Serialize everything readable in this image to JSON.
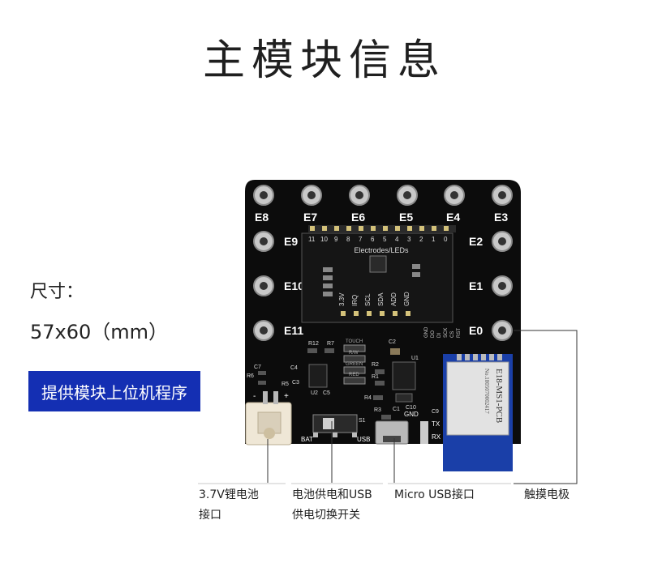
{
  "page": {
    "title": "主模块信息",
    "size_label": "尺寸：",
    "size_value": "57x60（mm）",
    "host_button_label": "提供模块上位机程序"
  },
  "board": {
    "electrode_labels": [
      "E0",
      "E1",
      "E2",
      "E3",
      "E4",
      "E5",
      "E6",
      "E7",
      "E8",
      "E9",
      "E10",
      "E11"
    ],
    "header_pin_numbers": [
      "11",
      "10",
      "9",
      "8",
      "7",
      "6",
      "5",
      "4",
      "3",
      "2",
      "1",
      "0"
    ],
    "silkscreen_title": "Electrodes/LEDs",
    "silkscreen_pins": [
      "3.3V",
      "IRQ",
      "SCL",
      "SDA",
      "ADD",
      "GND"
    ],
    "small_pins": [
      "GND",
      "DO",
      "DI",
      "SCK",
      "CS",
      "RST"
    ],
    "components": [
      "R12",
      "R7",
      "C2",
      "C7",
      "R6",
      "C4",
      "C3",
      "C5",
      "U2",
      "R2",
      "R1",
      "U1",
      "R4",
      "R3",
      "C1",
      "C10",
      "C9",
      "R5",
      "S1"
    ],
    "led_labels": [
      "TOUCH",
      "R/W",
      "GREEN",
      "RED"
    ],
    "port_labels": [
      "BAT",
      "USB",
      "GND",
      "TX",
      "RX"
    ],
    "battery_marks": [
      "-",
      "+"
    ],
    "module_text": [
      "E18-MS1-PCB",
      "No.1805070002417"
    ]
  },
  "callouts": {
    "battery": [
      "3.7V锂电池",
      "接口"
    ],
    "switch": [
      "电池供电和USB",
      "供电切换开关"
    ],
    "usb": [
      "Micro USB接口"
    ],
    "touch": [
      "触摸电极"
    ]
  }
}
